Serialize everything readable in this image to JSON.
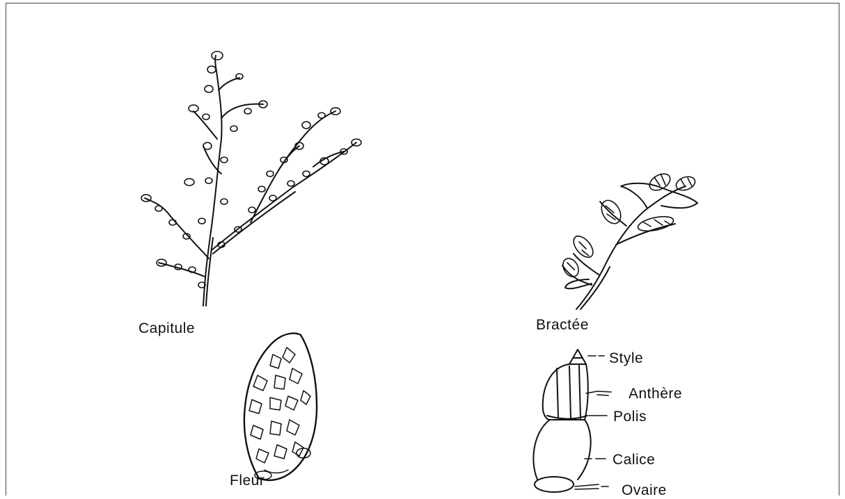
{
  "labels": {
    "capitule": "Capitule",
    "bractee": "Bractée",
    "fleur": "Fleur",
    "style": "Style",
    "anthere": "Anthère",
    "polis": "Polis",
    "calice": "Calice",
    "ovaire": "Ovaire"
  },
  "colors": {
    "ink": "#111111",
    "background": "#ffffff"
  }
}
